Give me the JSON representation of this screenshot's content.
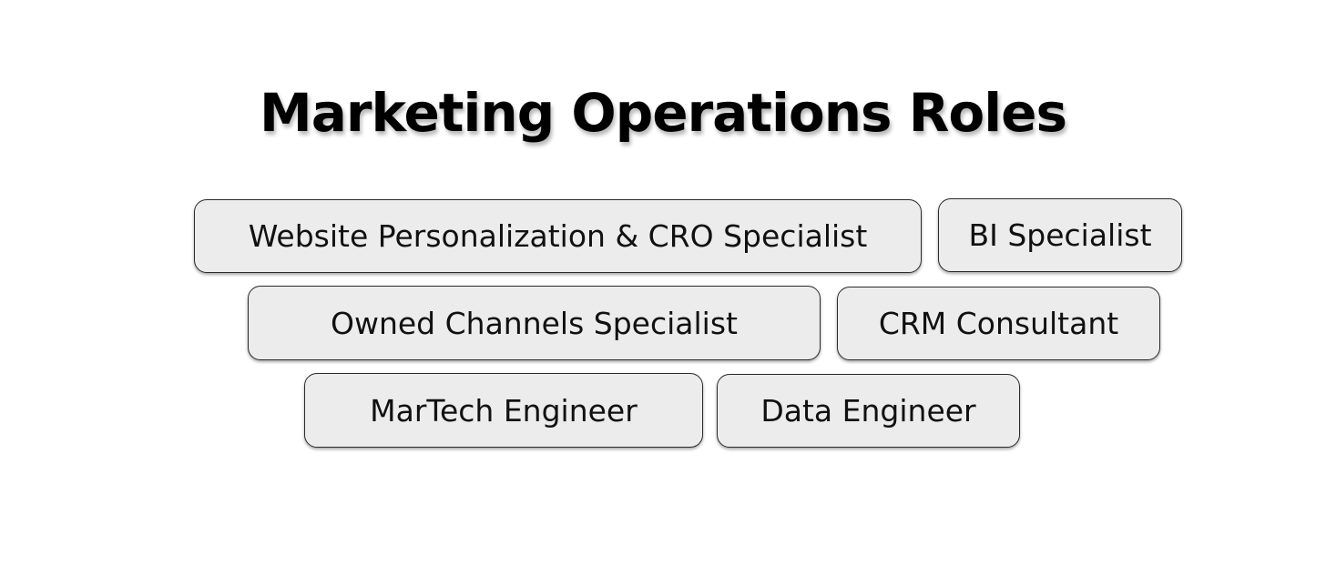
{
  "title": "Marketing Operations Roles",
  "roles": [
    {
      "label": "Website Personalization & CRO Specialist"
    },
    {
      "label": "BI Specialist"
    },
    {
      "label": "Owned Channels Specialist"
    },
    {
      "label": "CRM Consultant"
    },
    {
      "label": "MarTech Engineer"
    },
    {
      "label": "Data Engineer"
    }
  ],
  "colors": {
    "box_fill": "#ececec",
    "box_border": "#2b2b2b",
    "text": "#111111",
    "title": "#000000"
  }
}
